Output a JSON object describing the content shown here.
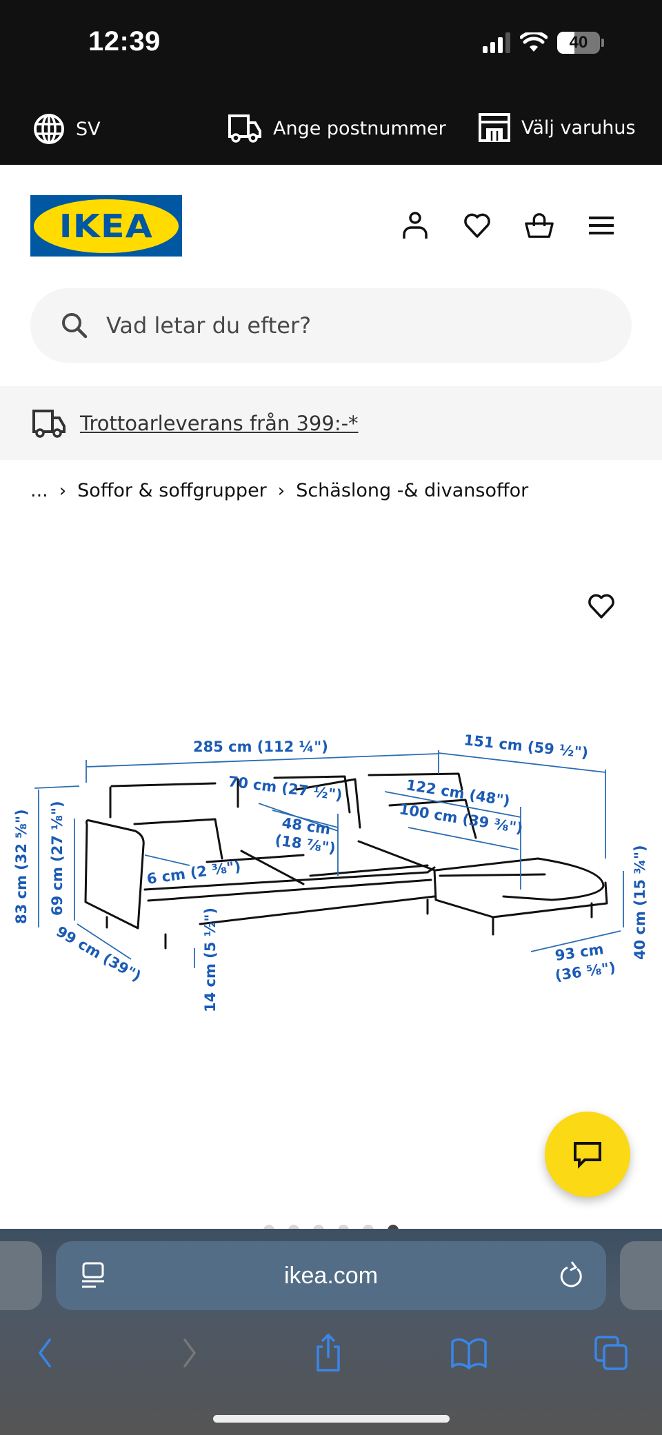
{
  "status_bar": {
    "time": "12:39",
    "battery_percent": "40"
  },
  "utility_bar": {
    "language": "SV",
    "postcode_label": "Ange postnummer",
    "store_label": "Välj varuhus"
  },
  "header": {
    "logo_text": "IKEA",
    "icons": [
      "user-icon",
      "heart-icon",
      "basket-icon",
      "menu-icon"
    ]
  },
  "search": {
    "placeholder": "Vad letar du efter?"
  },
  "banner": {
    "text": "Trottoarleverans från 399:-*"
  },
  "breadcrumb": {
    "items": [
      "...",
      "Soffor & soffgrupper",
      "Schäslong -& divansoffor"
    ],
    "separator": "›"
  },
  "product_image": {
    "dimensions": {
      "total_width": "285 cm (112 ¼\")",
      "chaise_depth": "151 cm (59 ½\")",
      "seat_width_outer": "70 cm (27 ½\")",
      "seat_width_inner_1": "48 cm",
      "seat_width_inner_2": "(18 ⅞\")",
      "chaise_width_outer": "122 cm (48\")",
      "chaise_width_inner": "100 cm (39 ⅜\")",
      "armrest_width": "6 cm (2 ⅜\")",
      "total_height": "83 cm (32 ⅝\")",
      "back_height": "69 cm (27 ⅛\")",
      "depth": "99 cm (39\")",
      "leg_height": "14 cm (5 ½\")",
      "chaise_width": "93 cm",
      "chaise_width_in": "(36 ⅝\")",
      "seat_height": "40 cm (15 ¾\")"
    },
    "pagination": {
      "total": 6,
      "active_index": 5
    }
  },
  "browser": {
    "url": "ikea.com"
  },
  "colors": {
    "ikea_blue": "#0058a3",
    "ikea_yellow": "#ffdb00",
    "dimension_blue": "#1a5bb5",
    "chat_yellow": "#fbd914",
    "safari_blue": "#3a86e8"
  }
}
